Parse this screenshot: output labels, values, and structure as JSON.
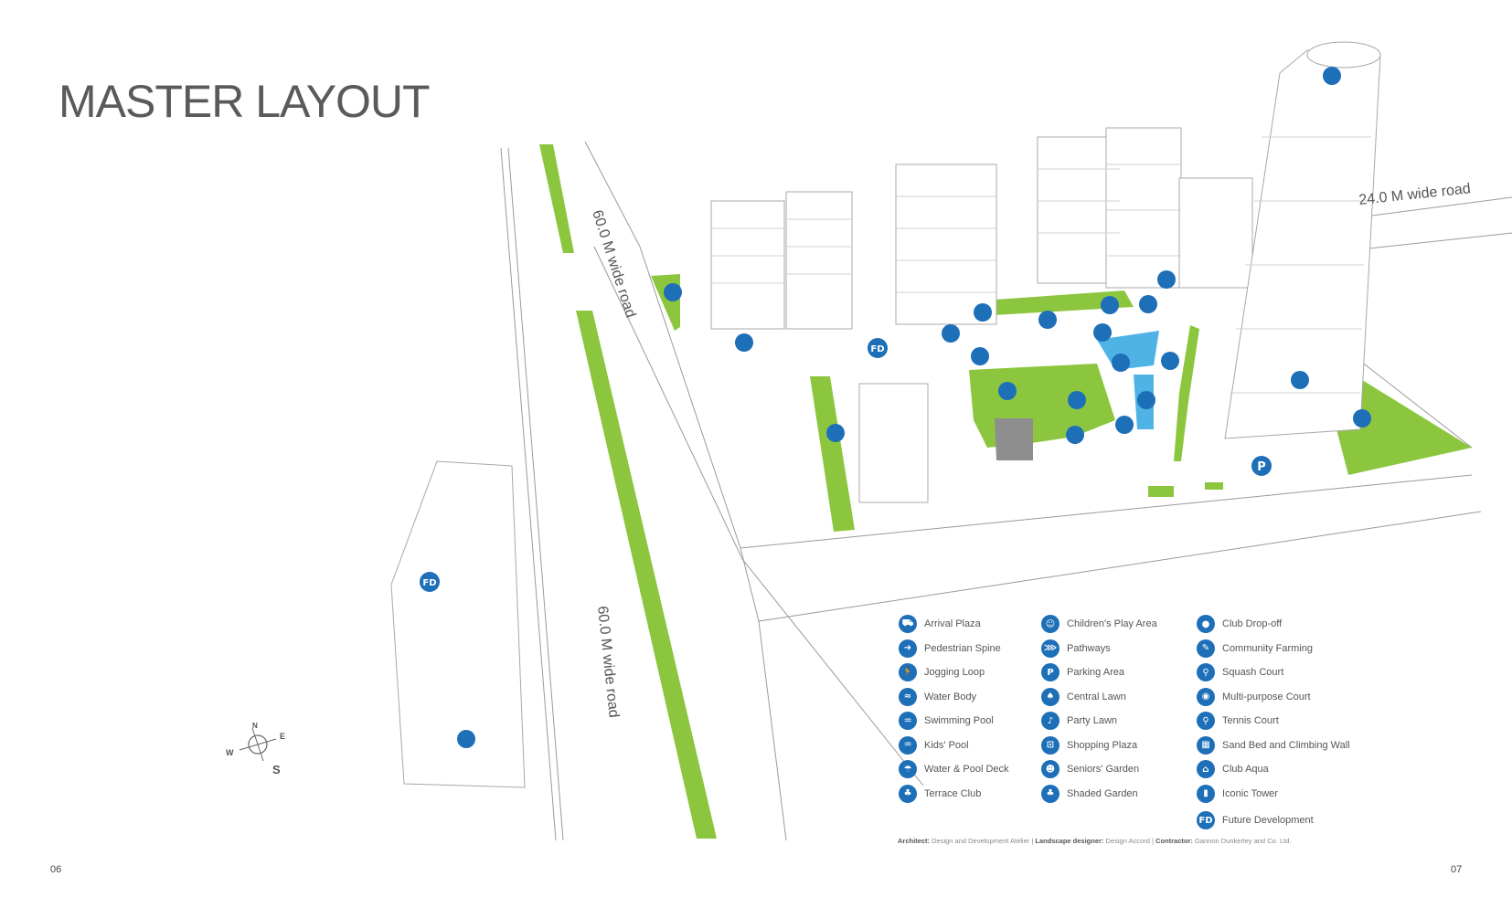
{
  "title": "MASTER LAYOUT",
  "roads": {
    "vertical_upper": "60.0 M wide road",
    "vertical_lower": "60.0 M wide road",
    "top_right": "24.0 M wide road"
  },
  "compass": {
    "n": "N",
    "e": "E",
    "w": "W",
    "s": "S"
  },
  "map_markers": {
    "fd": "FD",
    "parking": "P"
  },
  "legend": {
    "col1": [
      {
        "label": "Arrival Plaza",
        "icon": "car-icon",
        "glyph": "⛟"
      },
      {
        "label": "Pedestrian Spine",
        "icon": "walkway-icon",
        "glyph": "➜"
      },
      {
        "label": "Jogging Loop",
        "icon": "jogger-icon",
        "glyph": "🏃"
      },
      {
        "label": "Water Body",
        "icon": "waves-icon",
        "glyph": "≈"
      },
      {
        "label": "Swimming Pool",
        "icon": "pool-icon",
        "glyph": "♒"
      },
      {
        "label": "Kids' Pool",
        "icon": "kids-pool-icon",
        "glyph": "♒"
      },
      {
        "label": "Water & Pool Deck",
        "icon": "deck-umbrella-icon",
        "glyph": "☂"
      },
      {
        "label": "Terrace Club",
        "icon": "terrace-club-icon",
        "glyph": "♣"
      }
    ],
    "col2": [
      {
        "label": "Children's Play Area",
        "icon": "children-icon",
        "glyph": "☺"
      },
      {
        "label": "Pathways",
        "icon": "pathway-icon",
        "glyph": "⋙"
      },
      {
        "label": "Parking Area",
        "icon": "parking-icon",
        "glyph": "P"
      },
      {
        "label": "Central Lawn",
        "icon": "tree-icon",
        "glyph": "♠"
      },
      {
        "label": "Party Lawn",
        "icon": "party-icon",
        "glyph": "♪"
      },
      {
        "label": "Shopping Plaza",
        "icon": "cart-icon",
        "glyph": "⊡"
      },
      {
        "label": "Seniors' Garden",
        "icon": "seniors-icon",
        "glyph": "☻"
      },
      {
        "label": "Shaded Garden",
        "icon": "shaded-tree-icon",
        "glyph": "♣"
      }
    ],
    "col3": [
      {
        "label": "Club Drop-off",
        "icon": "club-dropoff-icon",
        "glyph": "●"
      },
      {
        "label": "Community Farming",
        "icon": "farming-icon",
        "glyph": "✎"
      },
      {
        "label": "Squash Court",
        "icon": "squash-icon",
        "glyph": "⚲"
      },
      {
        "label": "Multi-purpose Court",
        "icon": "ball-icon",
        "glyph": "◉"
      },
      {
        "label": "Tennis Court",
        "icon": "tennis-icon",
        "glyph": "⚲"
      },
      {
        "label": "Sand Bed and Climbing Wall",
        "icon": "climbing-wall-icon",
        "glyph": "▦"
      },
      {
        "label": "Club Aqua",
        "icon": "club-aqua-icon",
        "glyph": "⌂"
      },
      {
        "label": "Iconic Tower",
        "icon": "tower-icon",
        "glyph": "▮"
      },
      {
        "label": "Future Development",
        "icon": "fd-icon",
        "glyph": "FD"
      }
    ]
  },
  "credits": {
    "architect_label": "Architect:",
    "architect": "Design and Development Atelier",
    "landscape_label": "Landscape designer:",
    "landscape": "Design Accord",
    "contractor_label": "Contractor:",
    "contractor": "Gannon Dunkerley and Co. Ltd.",
    "separator": "|"
  },
  "page_left": "06",
  "page_right": "07",
  "colors": {
    "green": "#8cc63f",
    "blue": "#1d6fb8",
    "water": "#4fb3e6",
    "line": "#9a9a9a",
    "gray": "#8e8e8e"
  }
}
